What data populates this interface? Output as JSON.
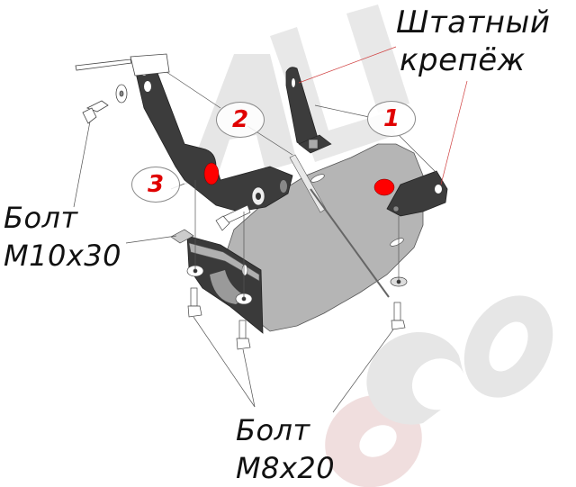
{
  "diagram": {
    "type": "exploded-assembly",
    "subject": "skid plate installation",
    "watermark": {
      "text_top": "ALI",
      "text_bottom": "eco",
      "color": "#e3e3e3",
      "accent": "#f2dcdc"
    },
    "colors": {
      "plate_fill": "#b5b5b5",
      "bracket_fill": "#3c3c3c",
      "marker_fill": "#ff0000",
      "callout_text": "#e00000",
      "leader_line": "#555555",
      "leader_line_red": "#d04040"
    },
    "labels": {
      "stock_mount_line1": "Штатный",
      "stock_mount_line2": "крепёж",
      "bolt_m10_line1": "Болт",
      "bolt_m10_line2": "M10x30",
      "bolt_m8_line1": "Болт",
      "bolt_m8_line2": "M8x20"
    },
    "callouts": [
      {
        "number": "1"
      },
      {
        "number": "2"
      },
      {
        "number": "3"
      }
    ]
  }
}
